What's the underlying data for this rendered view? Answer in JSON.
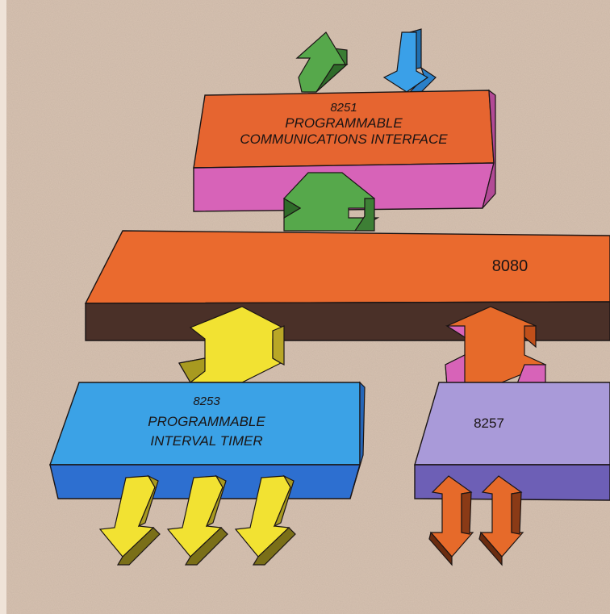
{
  "colors": {
    "background": "#d7c2b1",
    "block_8251_top": "#e66530",
    "block_8251_side": "#d763b8",
    "block_8080_top": "#ea6a2e",
    "block_8080_side": "#4a3028",
    "block_8253_top": "#3ba2e6",
    "block_8253_side": "#2d6fd0",
    "block_8257_top": "#a99ad9",
    "block_8257_side": "#6d5fb6",
    "arrow_green": "#56a84b",
    "arrow_blue": "#3aa0e8",
    "arrow_yellow": "#f2e232",
    "arrow_orange": "#e66a2a"
  },
  "blocks": {
    "comm": {
      "line1": "8251",
      "line2": "PROGRAMMABLE",
      "line3": "COMMUNICATIONS INTERFACE"
    },
    "cpu": {
      "label": "8080"
    },
    "timer": {
      "line1": "8253",
      "line2": "PROGRAMMABLE",
      "line3": "INTERVAL TIMER"
    },
    "dma": {
      "label": "8257"
    }
  },
  "arrows": [
    {
      "name": "comm-output-arrow-icon",
      "color": "arrow_green",
      "direction": "up"
    },
    {
      "name": "comm-input-arrow-icon",
      "color": "arrow_blue",
      "direction": "down"
    },
    {
      "name": "comm-cpu-bidirectional-arrow-icon",
      "color": "arrow_green",
      "direction": "both"
    },
    {
      "name": "cpu-timer-bidirectional-arrow-icon",
      "color": "arrow_yellow",
      "direction": "both"
    },
    {
      "name": "cpu-dma-bidirectional-arrow-icon",
      "color": "arrow_orange",
      "direction": "both"
    },
    {
      "name": "timer-output-arrow-1-icon",
      "color": "arrow_yellow",
      "direction": "down"
    },
    {
      "name": "timer-output-arrow-2-icon",
      "color": "arrow_yellow",
      "direction": "down"
    },
    {
      "name": "timer-output-arrow-3-icon",
      "color": "arrow_yellow",
      "direction": "down"
    },
    {
      "name": "dma-channel-arrow-1-icon",
      "color": "arrow_orange",
      "direction": "both"
    },
    {
      "name": "dma-channel-arrow-2-icon",
      "color": "arrow_orange",
      "direction": "both"
    }
  ]
}
